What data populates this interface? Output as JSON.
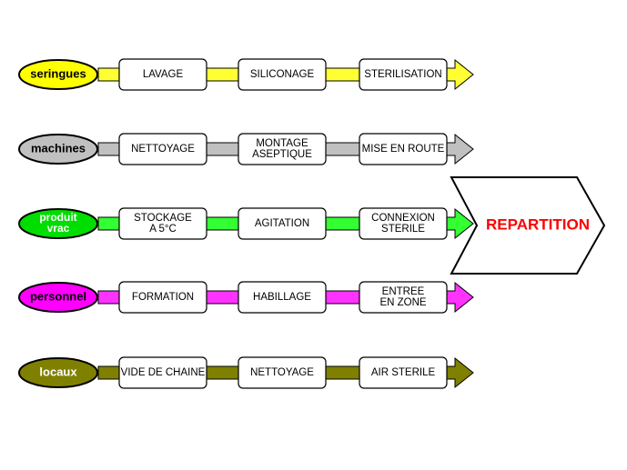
{
  "rows": [
    {
      "id": "seringues",
      "label": [
        "seringues"
      ],
      "oval_fill": "#ffff00",
      "oval_text_color": "#000000",
      "arrow_fill": "#ffff33",
      "steps": [
        [
          "LAVAGE"
        ],
        [
          "SILICONAGE"
        ],
        [
          "STERILISATION"
        ]
      ]
    },
    {
      "id": "machines",
      "label": [
        "machines"
      ],
      "oval_fill": "#c0c0c0",
      "oval_text_color": "#000000",
      "arrow_fill": "#c0c0c0",
      "steps": [
        [
          "NETTOYAGE"
        ],
        [
          "MONTAGE",
          "ASEPTIQUE"
        ],
        [
          "MISE EN ROUTE"
        ]
      ]
    },
    {
      "id": "produit-vrac",
      "label": [
        "produit",
        "vrac"
      ],
      "oval_fill": "#00dd00",
      "oval_text_color": "#ffffff",
      "arrow_fill": "#33ff33",
      "steps": [
        [
          "STOCKAGE",
          "A  5°C"
        ],
        [
          "AGITATION"
        ],
        [
          "CONNEXION",
          "STERILE"
        ]
      ]
    },
    {
      "id": "personnel",
      "label": [
        "personnel"
      ],
      "oval_fill": "#ff00ff",
      "oval_text_color": "#000000",
      "arrow_fill": "#ff33ff",
      "steps": [
        [
          "FORMATION"
        ],
        [
          "HABILLAGE"
        ],
        [
          "ENTREE",
          "EN ZONE"
        ]
      ]
    },
    {
      "id": "locaux",
      "label": [
        "locaux"
      ],
      "oval_fill": "#808000",
      "oval_text_color": "#ffffff",
      "arrow_fill": "#808000",
      "steps": [
        [
          "VIDE DE CHAINE"
        ],
        [
          "NETTOYAGE"
        ],
        [
          "AIR STERILE"
        ]
      ]
    }
  ],
  "target": {
    "label": "REPARTITION",
    "text_color": "#ff0000",
    "fill": "#ffffff",
    "stroke": "#000000"
  }
}
